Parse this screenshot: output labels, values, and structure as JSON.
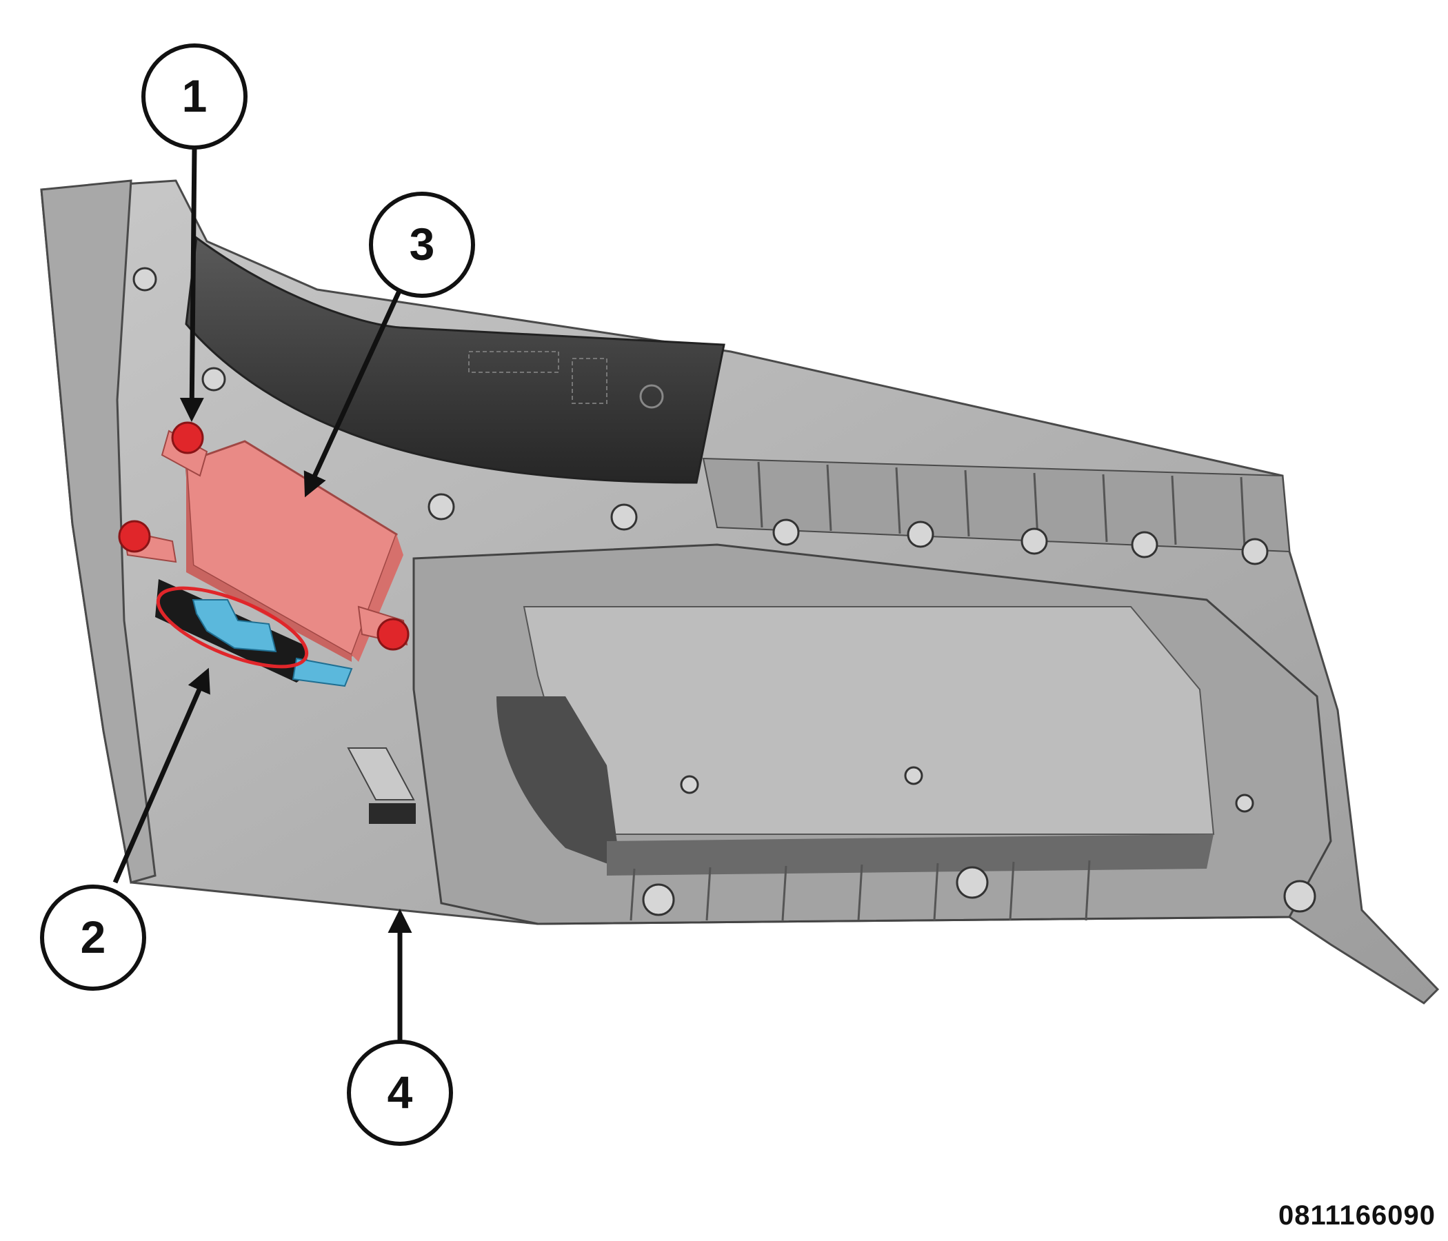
{
  "callouts": [
    {
      "id": "1",
      "label": "1"
    },
    {
      "id": "2",
      "label": "2"
    },
    {
      "id": "3",
      "label": "3"
    },
    {
      "id": "4",
      "label": "4"
    }
  ],
  "figure_id": "0811166090",
  "colors": {
    "panel": "#b9b9b9",
    "panel_shadow": "#8e8e8e",
    "panel_dark": "#3a3a3a",
    "module": "#f19d9a",
    "fasteners": "#e0262a",
    "connector": "#5bb8dc",
    "highlight": "#e0262a"
  }
}
